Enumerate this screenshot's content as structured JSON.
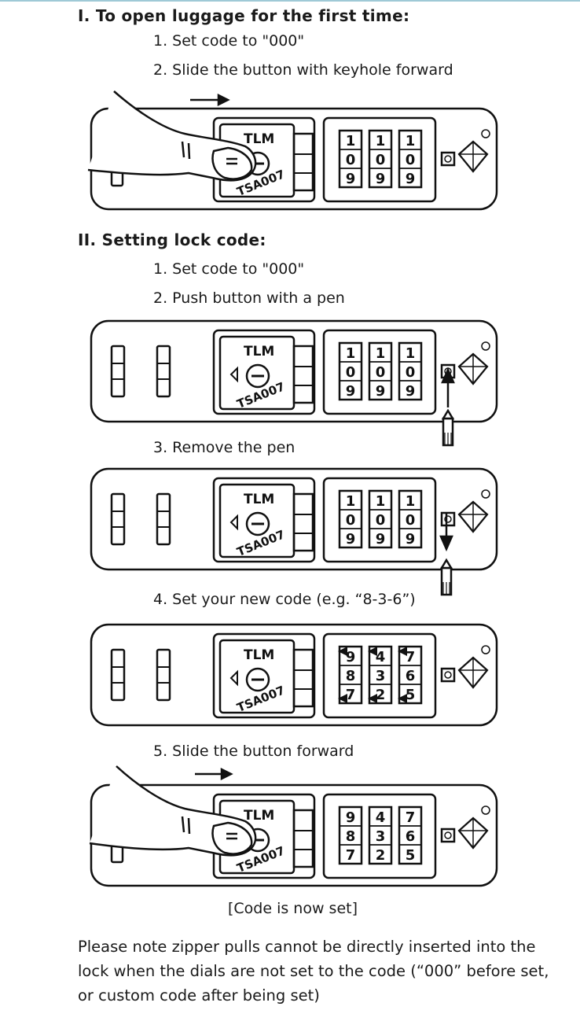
{
  "section1": {
    "heading": "I.   To open luggage for the first time:",
    "steps": [
      "1. Set code to \"000\"",
      "2. Slide the button with keyhole forward"
    ]
  },
  "section2": {
    "heading": "II.   Setting lock code:",
    "steps": [
      "1. Set code to \"000\"",
      "2. Push button with a pen",
      "3. Remove the pen",
      "4. Set your new code (e.g. “8-3-6”)",
      "5. Slide the button forward"
    ]
  },
  "lock": {
    "brand": "TLM",
    "model": "TSA007",
    "dial_default": [
      [
        "1",
        "0",
        "9"
      ],
      [
        "1",
        "0",
        "9"
      ],
      [
        "1",
        "0",
        "9"
      ]
    ],
    "dial_set": [
      [
        "9",
        "8",
        "7"
      ],
      [
        "4",
        "3",
        "2"
      ],
      [
        "7",
        "6",
        "5"
      ]
    ]
  },
  "result": "[Code is now set]",
  "note": "Please note zipper pulls cannot be directly inserted into the lock when the dials are not set to the code (“000” before set, or custom code after being set)"
}
